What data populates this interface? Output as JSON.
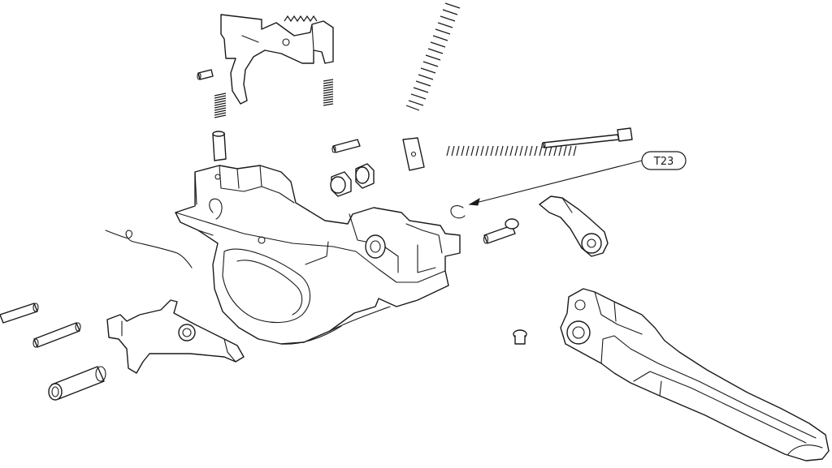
{
  "diagram": {
    "callout": {
      "label": "T23"
    },
    "parts": [
      "trigger-guard-housing",
      "hammer",
      "hammer-spring-long",
      "hammer-spring-short",
      "sear",
      "sear-spring",
      "trigger-spring",
      "plunger",
      "small-pin",
      "roll-pin",
      "square-block",
      "hammer-strut-pin",
      "buttons-pair",
      "retaining-clip",
      "short-pin",
      "cam-lever",
      "wire-spring",
      "pin-left-1",
      "pin-left-2",
      "bushing-tube",
      "safety-lever-plate",
      "small-rivet",
      "trigger-bar"
    ]
  }
}
